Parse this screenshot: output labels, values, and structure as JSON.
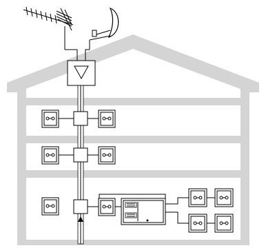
{
  "diagram": {
    "kind": "house-antenna-distribution",
    "floors": 3,
    "colors": {
      "wall": "#d4d4d4",
      "line": "#000000",
      "background": "#ffffff"
    },
    "icons": [
      "terrestrial-antenna",
      "satellite-dish",
      "amplifier",
      "splitter",
      "tv-outlet",
      "multiswitch",
      "feed-direction-arrow"
    ]
  }
}
